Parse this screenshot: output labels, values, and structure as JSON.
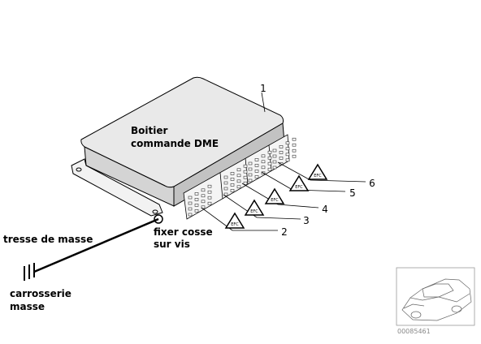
{
  "labels": {
    "module_line1": "Boitier",
    "module_line2": "commande DME",
    "ground_strap": "tresse de masse",
    "attach_line1": "fixer cosse",
    "attach_line2": "sur vis",
    "body_line1": "carrosserie",
    "body_line2": "masse"
  },
  "callouts": [
    "1",
    "2",
    "3",
    "4",
    "5",
    "6"
  ],
  "diagram_ref": "00085461",
  "warning_symbol_text": "EFC"
}
